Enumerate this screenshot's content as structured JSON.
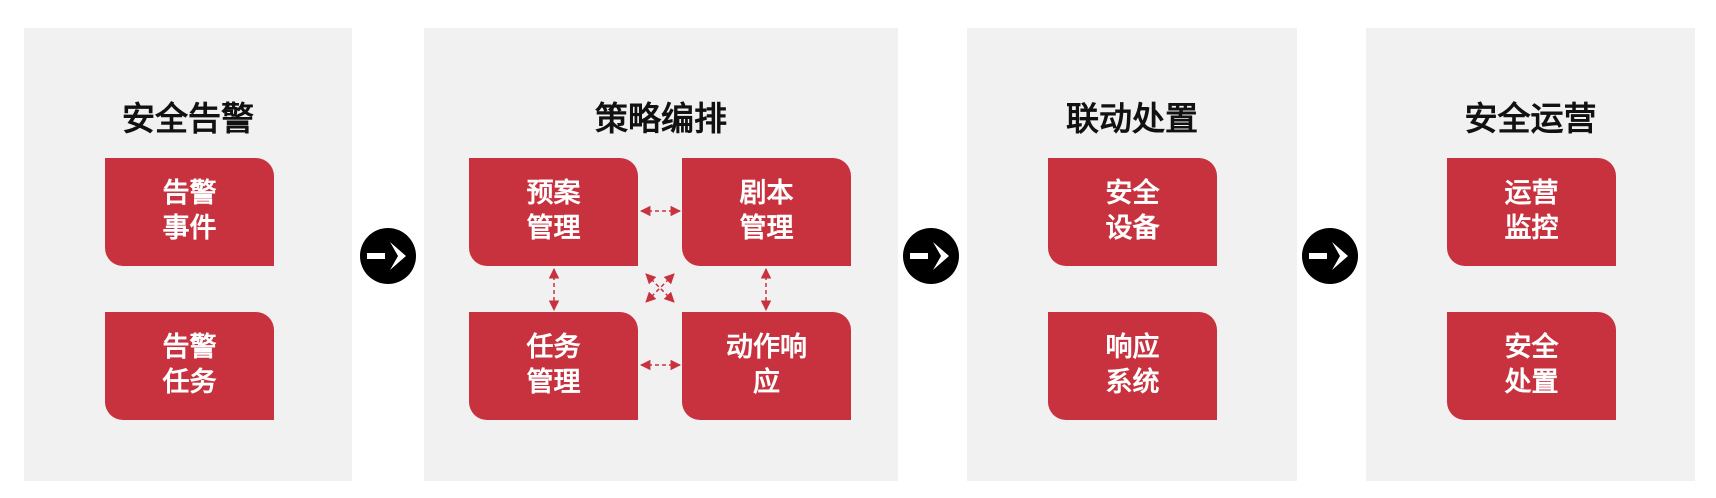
{
  "colors": {
    "panel_bg": "#f1f1f1",
    "box_red": "#c8323f",
    "box_text": "#ffffff",
    "title_text": "#111111",
    "arrow_circle": "#000000"
  },
  "panels": [
    {
      "title": "安全告警",
      "boxes": [
        [
          "告警",
          "事件"
        ],
        [
          "告警",
          "任务"
        ]
      ]
    },
    {
      "title": "策略编排",
      "boxes": [
        [
          "预案",
          "管理"
        ],
        [
          "剧本",
          "管理"
        ],
        [
          "任务",
          "管理"
        ],
        [
          "动作响",
          "应"
        ]
      ]
    },
    {
      "title": "联动处置",
      "boxes": [
        [
          "安全",
          "设备"
        ],
        [
          "响应",
          "系统"
        ]
      ]
    },
    {
      "title": "安全运营",
      "boxes": [
        [
          "运营",
          "监控"
        ],
        [
          "安全",
          "处置"
        ]
      ]
    }
  ],
  "connectors": {
    "flow_icon": "arrow-right-circle-icon",
    "link_icon": "double-arrow-dashed-icon"
  }
}
